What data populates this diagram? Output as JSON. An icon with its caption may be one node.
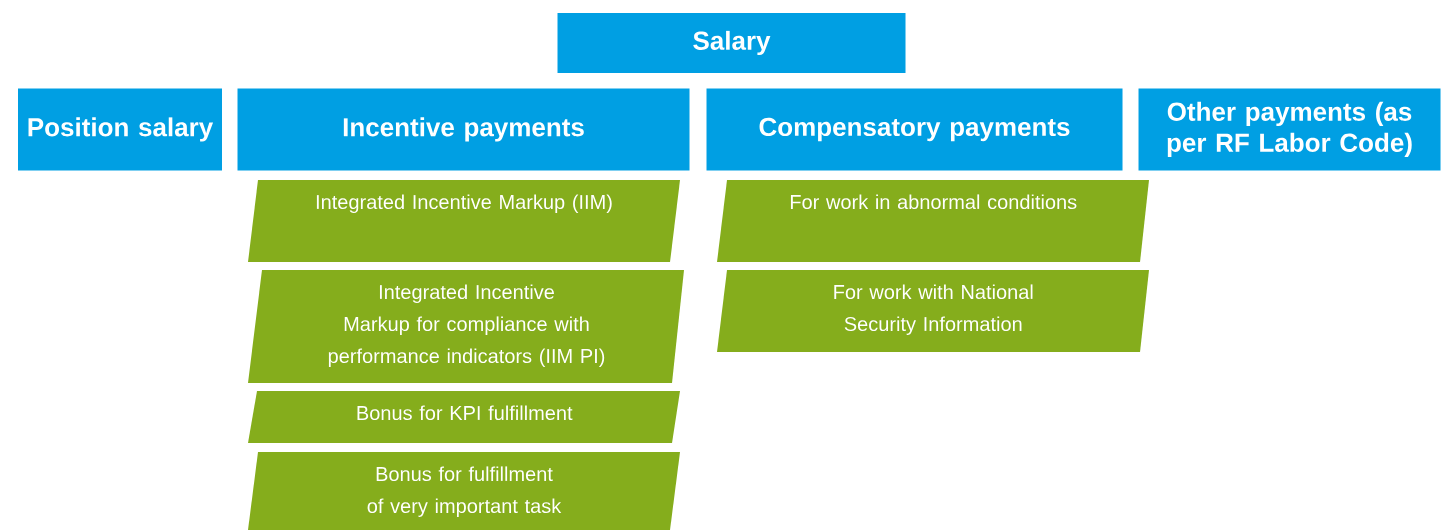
{
  "diagram": {
    "nodes": [
      {
        "text": [
          "Salary"
        ]
      },
      {
        "text": [
          "Position salary"
        ]
      },
      {
        "text": [
          "Incentive payments"
        ]
      },
      {
        "text": [
          "Compensatory payments"
        ]
      },
      {
        "text": [
          "Other payments (as per RF Labor Code)"
        ]
      },
      {
        "text": [
          "Integrated Incentive Markup (IIM)"
        ]
      },
      {
        "text": [
          "Integrated Incentive Markup for compliance with performance indicators (IIM PI)"
        ]
      },
      {
        "text": [
          "Bonus for KPI fulfillment"
        ]
      },
      {
        "text": [
          "Bonus for fulfillment of very important task"
        ]
      },
      {
        "text": [
          "For work in abnormal conditions"
        ]
      },
      {
        "text": [
          "For work with National Security Information"
        ]
      }
    ],
    "edges": []
  }
}
